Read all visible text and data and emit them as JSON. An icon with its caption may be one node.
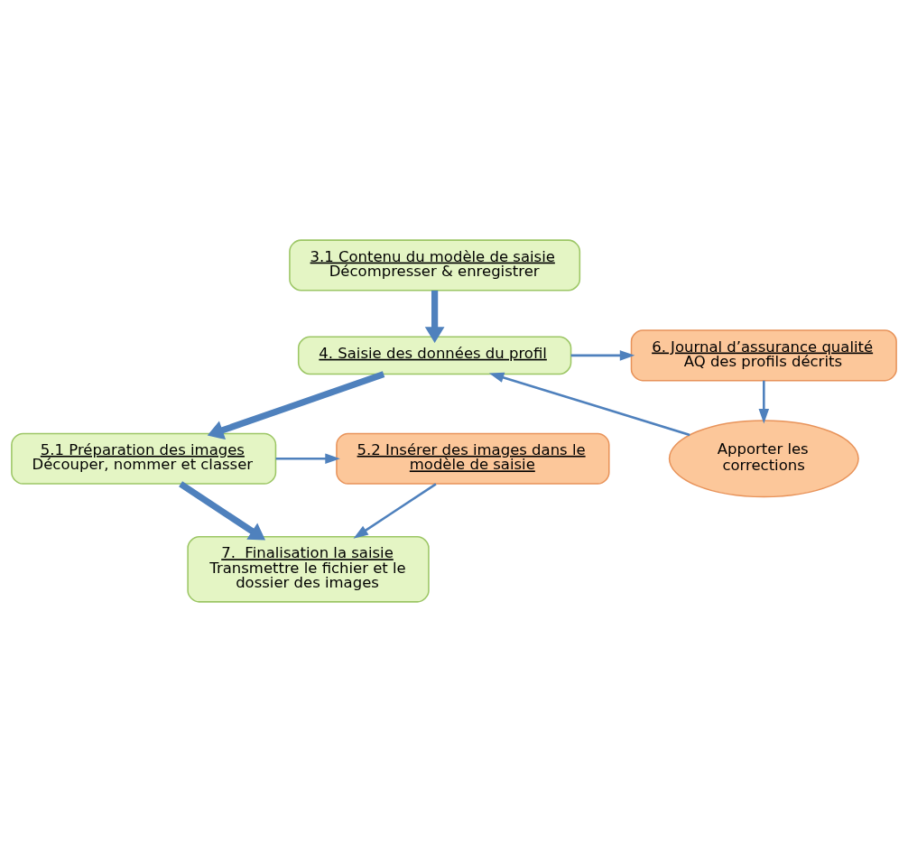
{
  "diagram": {
    "nodes": [
      {
        "text": [
          "3.1 Contenu du modèle de saisie",
          "Décompresser & enregistrer"
        ]
      },
      {
        "text": [
          "4. Saisie des données du profil"
        ]
      },
      {
        "text": [
          "6. Journal d’assurance qualité",
          "AQ des profils décrits"
        ]
      },
      {
        "text": [
          "Apporter les corrections"
        ]
      },
      {
        "text": [
          "5.1 Préparation des images",
          "Découper, nommer et classer"
        ]
      },
      {
        "text": [
          "5.2 Insérer des images dans le modèle de saisie"
        ]
      },
      {
        "text": [
          "7.  Finalisation la saisie",
          "Transmettre le fichier et le dossier des images"
        ]
      }
    ],
    "edges": [
      {
        "from": 0,
        "to": 1,
        "arrow": "to",
        "style": "thick"
      },
      {
        "from": 1,
        "to": 2,
        "arrow": "to"
      },
      {
        "from": 2,
        "to": 3,
        "arrow": "to"
      },
      {
        "from": 3,
        "to": 1,
        "arrow": "to"
      },
      {
        "from": 1,
        "to": 4,
        "arrow": "to",
        "style": "thick"
      },
      {
        "from": 4,
        "to": 5,
        "arrow": "to"
      },
      {
        "from": 4,
        "to": 6,
        "arrow": "to",
        "style": "thick"
      },
      {
        "from": 5,
        "to": 6,
        "arrow": "to"
      }
    ]
  }
}
